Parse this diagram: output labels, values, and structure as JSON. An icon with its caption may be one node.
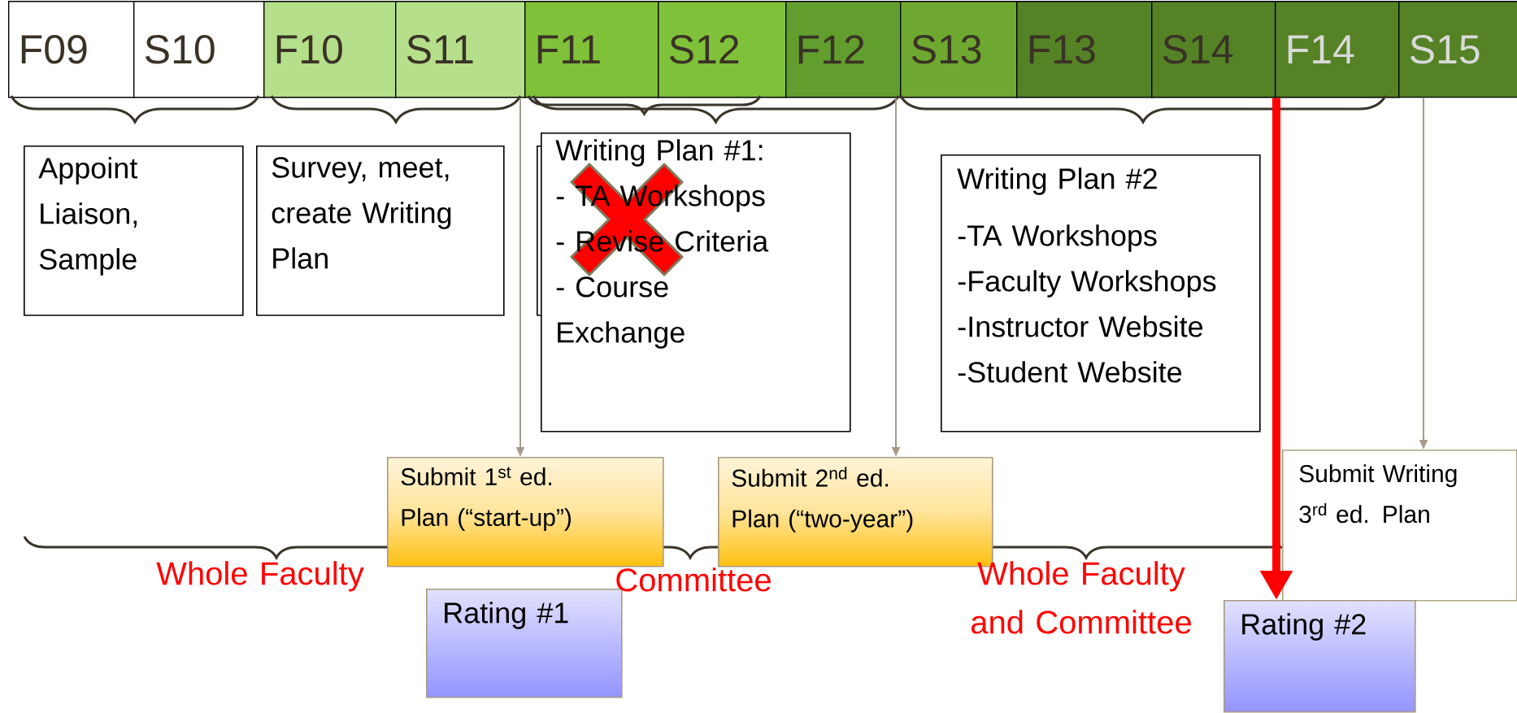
{
  "diagram": {
    "nodes": [
      {
        "text": [
          "F09"
        ]
      },
      {
        "text": [
          "S10"
        ]
      },
      {
        "text": [
          "F10"
        ]
      },
      {
        "text": [
          "S11"
        ]
      },
      {
        "text": [
          "F11"
        ]
      },
      {
        "text": [
          "S12"
        ]
      },
      {
        "text": [
          "F12"
        ]
      },
      {
        "text": [
          "S13"
        ]
      },
      {
        "text": [
          "F13"
        ]
      },
      {
        "text": [
          "S14"
        ]
      },
      {
        "text": [
          "F14"
        ]
      },
      {
        "text": [
          "S15"
        ]
      },
      {
        "text": [
          "Appoint Liaison, Sample"
        ]
      },
      {
        "text": [
          "Survey, meet, create Writing Plan"
        ]
      },
      {
        "text": [],
        "shape": "box"
      },
      {
        "text": [
          "Writing Plan #1:",
          "- TA Workshops",
          "- Revise Criteria",
          "- Course Exchange"
        ]
      },
      {
        "text": [
          "Writing Plan #2",
          "-TA Workshops",
          "-Faculty Workshops",
          "-Instructor Website",
          "-Student Website"
        ]
      },
      {
        "text": [
          "Submit 1$^{st}$ ed. Plan (“start-up”)"
        ]
      },
      {
        "text": [
          "Submit 2$^{nd}$ ed. Plan (“two-year”)"
        ]
      },
      {
        "text": [
          "Submit Writing 3$^{rd}$ ed. Plan"
        ]
      },
      {
        "text": [
          "Rating #1"
        ]
      },
      {
        "text": [
          "Rating #2"
        ]
      }
    ],
    "edges": [
      {
        "from": 4,
        "to": 17,
        "arrow": "to"
      },
      {
        "from": 6,
        "to": 18,
        "arrow": "to"
      },
      {
        "from": 11,
        "to": 19,
        "arrow": "to"
      },
      {
        "from": 10,
        "to": 21,
        "arrow": "to",
        "style": "thick",
        "color": "#ff0000"
      }
    ],
    "labels": [
      "Whole Faculty",
      "Committee",
      "Whole Faculty and Committee"
    ]
  }
}
